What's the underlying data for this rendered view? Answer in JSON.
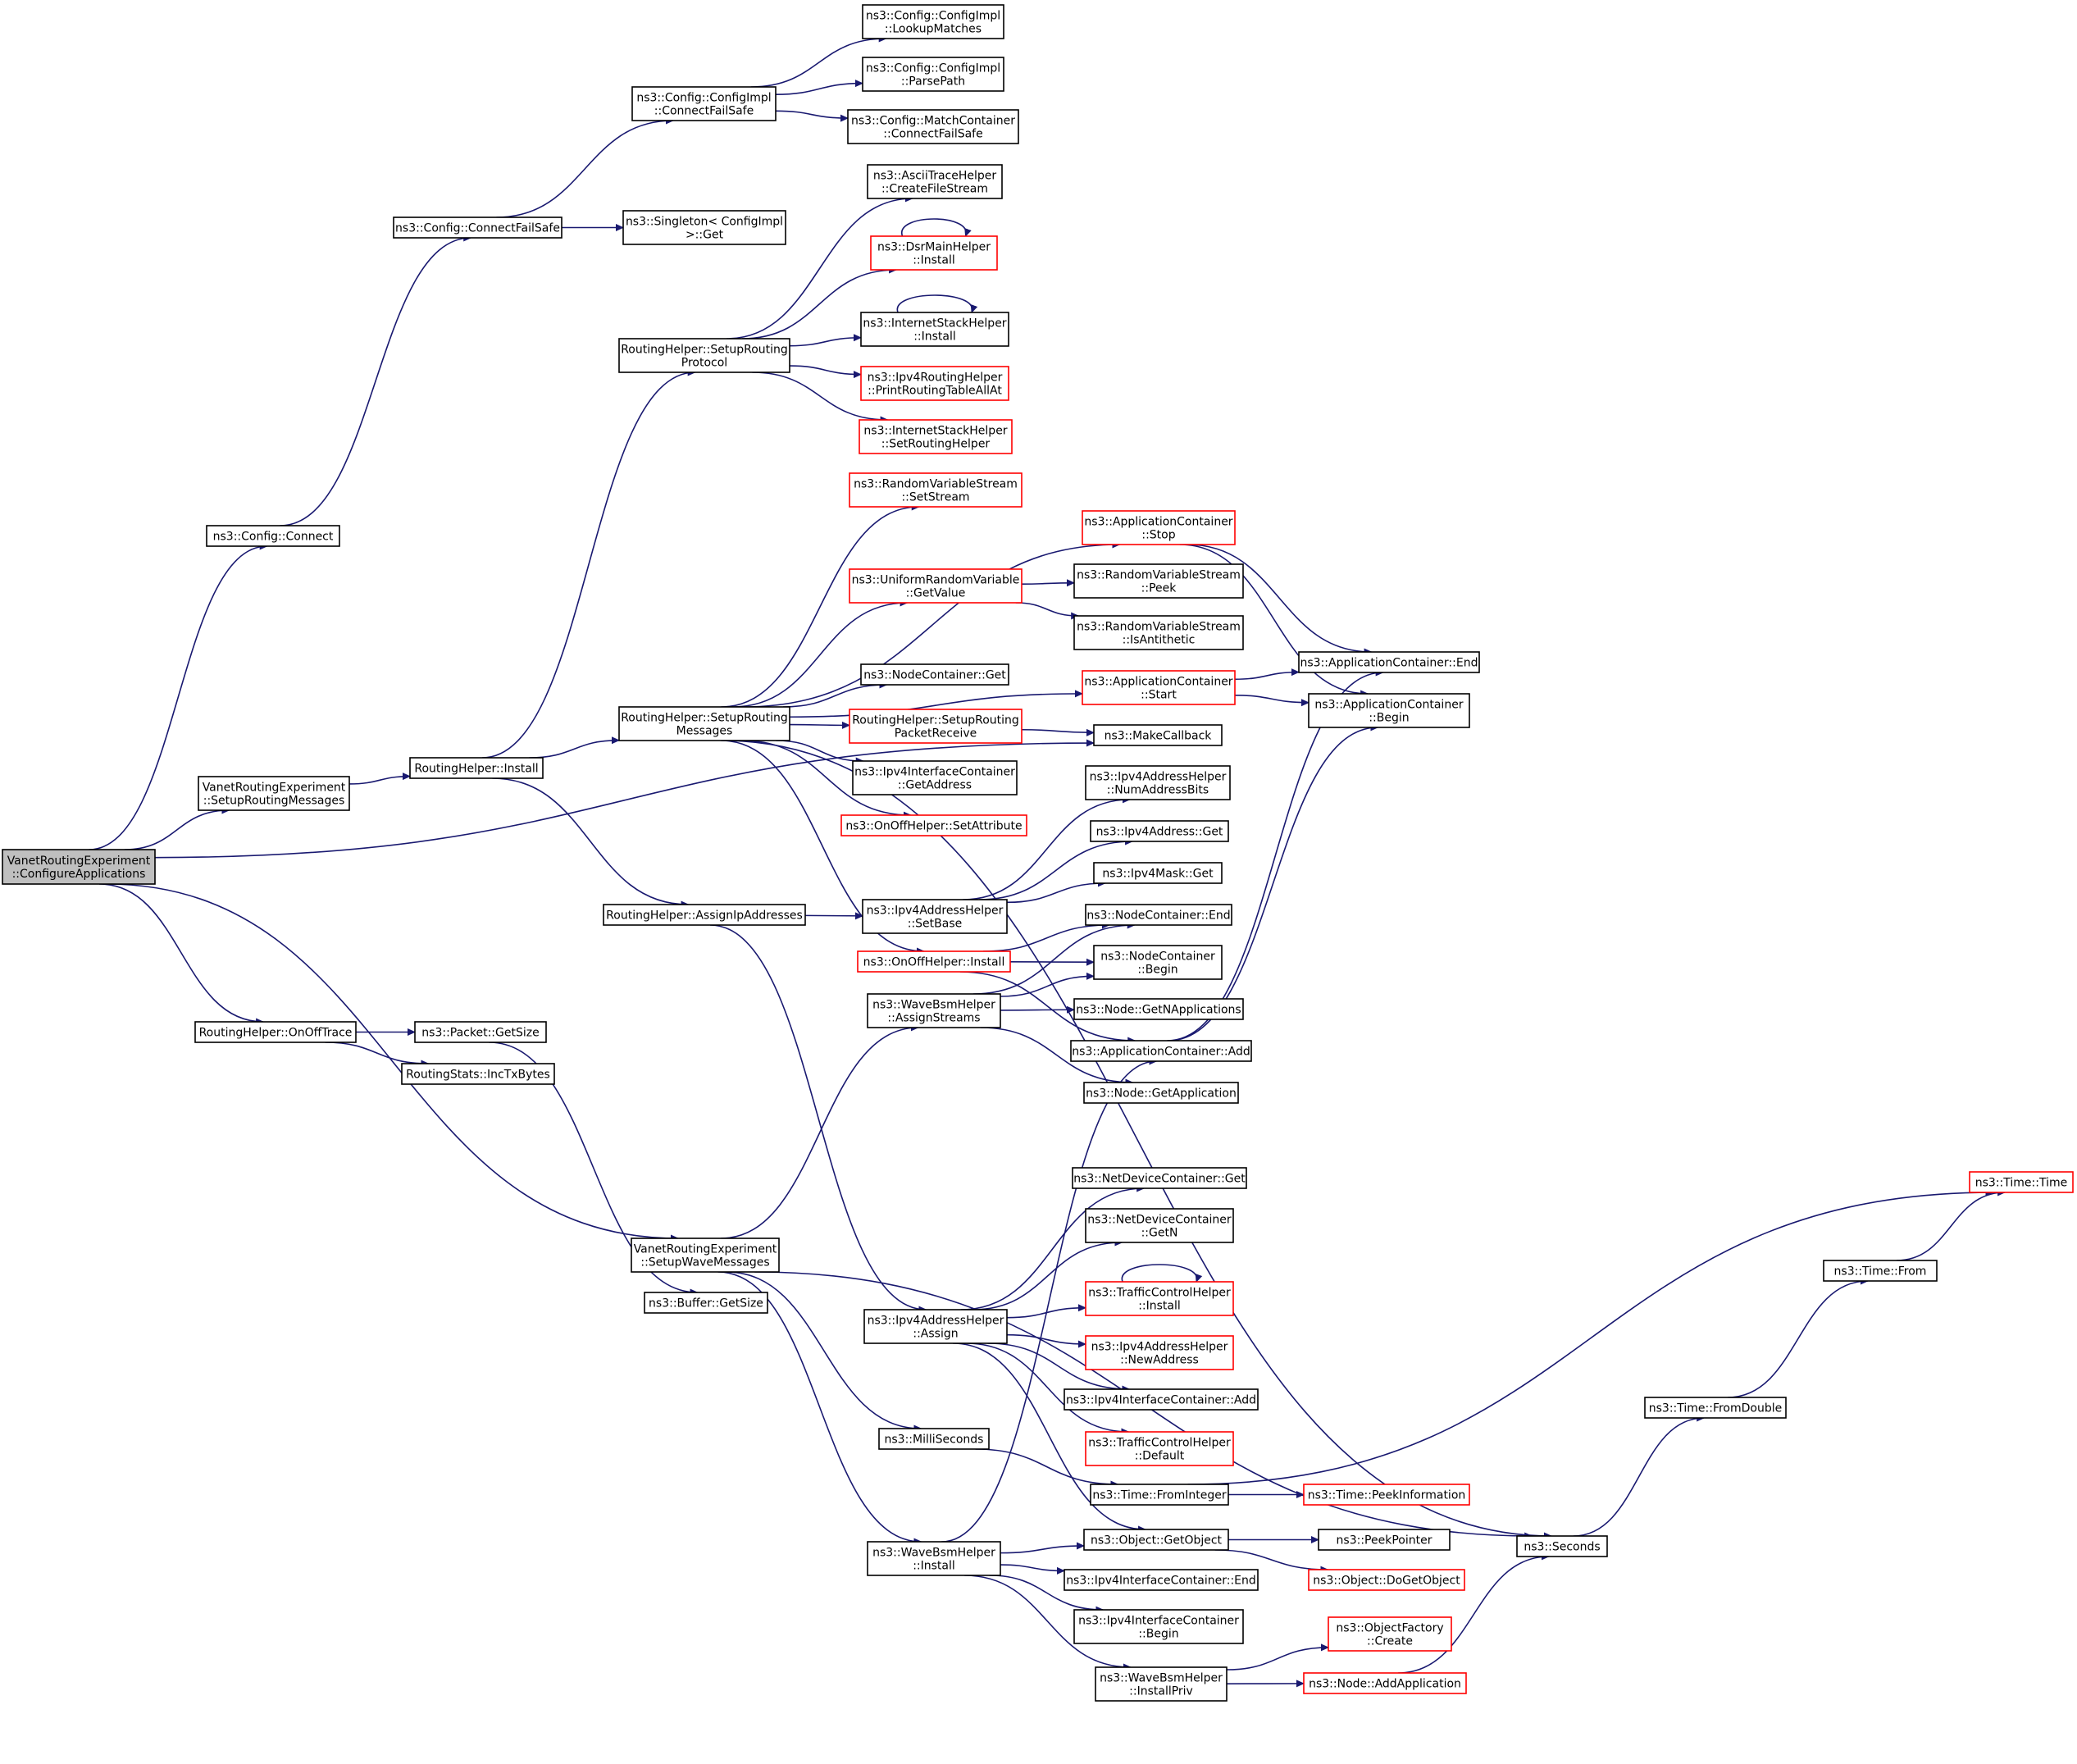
{
  "colors": {
    "edge": "#191970",
    "normal_border": "#000000",
    "truncated_border": "#ff0000",
    "root_fill": "#bfbfbf",
    "fill": "#ffffff"
  },
  "nodes": [
    {
      "id": "root",
      "lines": [
        "VanetRoutingExperiment",
        "::ConfigureApplications"
      ],
      "style": "root"
    },
    {
      "id": "n_cfgConnect",
      "lines": [
        "ns3::Config::Connect"
      ],
      "style": "normal"
    },
    {
      "id": "n_cfgConnectFS",
      "lines": [
        "ns3::Config::ConnectFailSafe"
      ],
      "style": "normal"
    },
    {
      "id": "n_implConnectFS",
      "lines": [
        "ns3::Config::ConfigImpl",
        "::ConnectFailSafe"
      ],
      "style": "normal"
    },
    {
      "id": "n_lookup",
      "lines": [
        "ns3::Config::ConfigImpl",
        "::LookupMatches"
      ],
      "style": "normal"
    },
    {
      "id": "n_parse",
      "lines": [
        "ns3::Config::ConfigImpl",
        "::ParsePath"
      ],
      "style": "normal"
    },
    {
      "id": "n_matchCFS",
      "lines": [
        "ns3::Config::MatchContainer",
        "::ConnectFailSafe"
      ],
      "style": "normal"
    },
    {
      "id": "n_singleton",
      "lines": [
        "ns3::Singleton< ConfigImpl",
        ">::Get"
      ],
      "style": "normal"
    },
    {
      "id": "n_setupRoutMsgV",
      "lines": [
        "VanetRoutingExperiment",
        "::SetupRoutingMessages"
      ],
      "style": "normal"
    },
    {
      "id": "n_rhInstall",
      "lines": [
        "RoutingHelper::Install"
      ],
      "style": "normal"
    },
    {
      "id": "n_setupProto",
      "lines": [
        "RoutingHelper::SetupRouting",
        "Protocol"
      ],
      "style": "normal"
    },
    {
      "id": "n_ascii",
      "lines": [
        "ns3::AsciiTraceHelper",
        "::CreateFileStream"
      ],
      "style": "normal"
    },
    {
      "id": "n_dsr",
      "lines": [
        "ns3::DsrMainHelper",
        "::Install"
      ],
      "style": "truncated"
    },
    {
      "id": "n_inetInstall",
      "lines": [
        "ns3::InternetStackHelper",
        "::Install"
      ],
      "style": "normal"
    },
    {
      "id": "n_ipv4rh",
      "lines": [
        "ns3::Ipv4RoutingHelper",
        "::PrintRoutingTableAllAt"
      ],
      "style": "truncated"
    },
    {
      "id": "n_inetSetRH",
      "lines": [
        "ns3::InternetStackHelper",
        "::SetRoutingHelper"
      ],
      "style": "truncated"
    },
    {
      "id": "n_rvsSet",
      "lines": [
        "ns3::RandomVariableStream",
        "::SetStream"
      ],
      "style": "truncated"
    },
    {
      "id": "n_acStop",
      "lines": [
        "ns3::ApplicationContainer",
        "::Stop"
      ],
      "style": "truncated"
    },
    {
      "id": "n_urvGet",
      "lines": [
        "ns3::UniformRandomVariable",
        "::GetValue"
      ],
      "style": "truncated"
    },
    {
      "id": "n_rvsPeek",
      "lines": [
        "ns3::RandomVariableStream",
        "::Peek"
      ],
      "style": "normal"
    },
    {
      "id": "n_rvsAnti",
      "lines": [
        "ns3::RandomVariableStream",
        "::IsAntithetic"
      ],
      "style": "normal"
    },
    {
      "id": "n_ncGet",
      "lines": [
        "ns3::NodeContainer::Get"
      ],
      "style": "normal"
    },
    {
      "id": "n_acStart",
      "lines": [
        "ns3::ApplicationContainer",
        "::Start"
      ],
      "style": "truncated"
    },
    {
      "id": "n_acEnd",
      "lines": [
        "ns3::ApplicationContainer::End"
      ],
      "style": "normal"
    },
    {
      "id": "n_acBegin",
      "lines": [
        "ns3::ApplicationContainer",
        "::Begin"
      ],
      "style": "normal"
    },
    {
      "id": "n_setupRoutMsg",
      "lines": [
        "RoutingHelper::SetupRouting",
        "Messages"
      ],
      "style": "normal"
    },
    {
      "id": "n_setupPktRecv",
      "lines": [
        "RoutingHelper::SetupRouting",
        "PacketReceive"
      ],
      "style": "truncated"
    },
    {
      "id": "n_makeCB",
      "lines": [
        "ns3::MakeCallback"
      ],
      "style": "normal"
    },
    {
      "id": "n_iicGetAddr",
      "lines": [
        "ns3::Ipv4InterfaceContainer",
        "::GetAddress"
      ],
      "style": "normal"
    },
    {
      "id": "n_onoffSetAttr",
      "lines": [
        "ns3::OnOffHelper::SetAttribute"
      ],
      "style": "truncated"
    },
    {
      "id": "n_numAddrBits",
      "lines": [
        "ns3::Ipv4AddressHelper",
        "::NumAddressBits"
      ],
      "style": "normal"
    },
    {
      "id": "n_ipv4AddrGet",
      "lines": [
        "ns3::Ipv4Address::Get"
      ],
      "style": "normal"
    },
    {
      "id": "n_ipv4MaskGet",
      "lines": [
        "ns3::Ipv4Mask::Get"
      ],
      "style": "normal"
    },
    {
      "id": "n_assignIp",
      "lines": [
        "RoutingHelper::AssignIpAddresses"
      ],
      "style": "normal"
    },
    {
      "id": "n_setBase",
      "lines": [
        "ns3::Ipv4AddressHelper",
        "::SetBase"
      ],
      "style": "normal"
    },
    {
      "id": "n_ncEnd",
      "lines": [
        "ns3::NodeContainer::End"
      ],
      "style": "normal"
    },
    {
      "id": "n_onoffInstall",
      "lines": [
        "ns3::OnOffHelper::Install"
      ],
      "style": "truncated"
    },
    {
      "id": "n_ncBegin",
      "lines": [
        "ns3::NodeContainer",
        "::Begin"
      ],
      "style": "normal"
    },
    {
      "id": "n_wbAssign",
      "lines": [
        "ns3::WaveBsmHelper",
        "::AssignStreams"
      ],
      "style": "normal"
    },
    {
      "id": "n_nodeGetN",
      "lines": [
        "ns3::Node::GetNApplications"
      ],
      "style": "normal"
    },
    {
      "id": "n_acAdd",
      "lines": [
        "ns3::ApplicationContainer::Add"
      ],
      "style": "normal"
    },
    {
      "id": "n_nodeGetApp",
      "lines": [
        "ns3::Node::GetApplication"
      ],
      "style": "normal"
    },
    {
      "id": "n_onOffTrace",
      "lines": [
        "RoutingHelper::OnOffTrace"
      ],
      "style": "normal"
    },
    {
      "id": "n_pktGetSize",
      "lines": [
        "ns3::Packet::GetSize"
      ],
      "style": "normal"
    },
    {
      "id": "n_incTx",
      "lines": [
        "RoutingStats::IncTxBytes"
      ],
      "style": "normal"
    },
    {
      "id": "n_setupWave",
      "lines": [
        "VanetRoutingExperiment",
        "::SetupWaveMessages"
      ],
      "style": "normal"
    },
    {
      "id": "n_bufGetSize",
      "lines": [
        "ns3::Buffer::GetSize"
      ],
      "style": "normal"
    },
    {
      "id": "n_ndcGet",
      "lines": [
        "ns3::NetDeviceContainer::Get"
      ],
      "style": "normal"
    },
    {
      "id": "n_ndcGetN",
      "lines": [
        "ns3::NetDeviceContainer",
        "::GetN"
      ],
      "style": "normal"
    },
    {
      "id": "n_tcInstall",
      "lines": [
        "ns3::TrafficControlHelper",
        "::Install"
      ],
      "style": "truncated"
    },
    {
      "id": "n_ipv4Assign",
      "lines": [
        "ns3::Ipv4AddressHelper",
        "::Assign"
      ],
      "style": "normal"
    },
    {
      "id": "n_newAddr",
      "lines": [
        "ns3::Ipv4AddressHelper",
        "::NewAddress"
      ],
      "style": "truncated"
    },
    {
      "id": "n_iicAdd",
      "lines": [
        "ns3::Ipv4InterfaceContainer::Add"
      ],
      "style": "normal"
    },
    {
      "id": "n_tcDefault",
      "lines": [
        "ns3::TrafficControlHelper",
        "::Default"
      ],
      "style": "truncated"
    },
    {
      "id": "n_milli",
      "lines": [
        "ns3::MilliSeconds"
      ],
      "style": "normal"
    },
    {
      "id": "n_fromInt",
      "lines": [
        "ns3::Time::FromInteger"
      ],
      "style": "normal"
    },
    {
      "id": "n_peekInfo",
      "lines": [
        "ns3::Time::PeekInformation"
      ],
      "style": "truncated"
    },
    {
      "id": "n_getObject",
      "lines": [
        "ns3::Object::GetObject"
      ],
      "style": "normal"
    },
    {
      "id": "n_peekPtr",
      "lines": [
        "ns3::PeekPointer"
      ],
      "style": "normal"
    },
    {
      "id": "n_doGetObj",
      "lines": [
        "ns3::Object::DoGetObject"
      ],
      "style": "truncated"
    },
    {
      "id": "n_wbInstall",
      "lines": [
        "ns3::WaveBsmHelper",
        "::Install"
      ],
      "style": "normal"
    },
    {
      "id": "n_iicEnd",
      "lines": [
        "ns3::Ipv4InterfaceContainer::End"
      ],
      "style": "normal"
    },
    {
      "id": "n_iicBegin",
      "lines": [
        "ns3::Ipv4InterfaceContainer",
        "::Begin"
      ],
      "style": "normal"
    },
    {
      "id": "n_wbInstallPriv",
      "lines": [
        "ns3::WaveBsmHelper",
        "::InstallPriv"
      ],
      "style": "normal"
    },
    {
      "id": "n_ofCreate",
      "lines": [
        "ns3::ObjectFactory",
        "::Create"
      ],
      "style": "truncated"
    },
    {
      "id": "n_nodeAddApp",
      "lines": [
        "ns3::Node::AddApplication"
      ],
      "style": "truncated"
    },
    {
      "id": "n_seconds",
      "lines": [
        "ns3::Seconds"
      ],
      "style": "normal"
    },
    {
      "id": "n_fromDouble",
      "lines": [
        "ns3::Time::FromDouble"
      ],
      "style": "normal"
    },
    {
      "id": "n_timeFrom",
      "lines": [
        "ns3::Time::From"
      ],
      "style": "normal"
    },
    {
      "id": "n_timeTime",
      "lines": [
        "ns3::Time::Time"
      ],
      "style": "truncated"
    }
  ],
  "edges": [
    [
      "root",
      "n_cfgConnect"
    ],
    [
      "root",
      "n_setupRoutMsgV"
    ],
    [
      "root",
      "n_makeCB"
    ],
    [
      "root",
      "n_onOffTrace"
    ],
    [
      "root",
      "n_setupWave"
    ],
    [
      "n_cfgConnect",
      "n_cfgConnectFS"
    ],
    [
      "n_cfgConnectFS",
      "n_implConnectFS"
    ],
    [
      "n_cfgConnectFS",
      "n_singleton"
    ],
    [
      "n_implConnectFS",
      "n_lookup"
    ],
    [
      "n_implConnectFS",
      "n_parse"
    ],
    [
      "n_implConnectFS",
      "n_matchCFS"
    ],
    [
      "n_setupRoutMsgV",
      "n_rhInstall"
    ],
    [
      "n_rhInstall",
      "n_setupProto"
    ],
    [
      "n_rhInstall",
      "n_setupRoutMsg"
    ],
    [
      "n_rhInstall",
      "n_assignIp"
    ],
    [
      "n_setupProto",
      "n_ascii"
    ],
    [
      "n_setupProto",
      "n_dsr"
    ],
    [
      "n_setupProto",
      "n_inetInstall"
    ],
    [
      "n_setupProto",
      "n_ipv4rh"
    ],
    [
      "n_setupProto",
      "n_inetSetRH"
    ],
    [
      "n_dsr",
      "n_dsr"
    ],
    [
      "n_inetInstall",
      "n_inetInstall"
    ],
    [
      "n_setupRoutMsg",
      "n_rvsSet"
    ],
    [
      "n_setupRoutMsg",
      "n_acStop"
    ],
    [
      "n_setupRoutMsg",
      "n_urvGet"
    ],
    [
      "n_setupRoutMsg",
      "n_ncGet"
    ],
    [
      "n_setupRoutMsg",
      "n_acStart"
    ],
    [
      "n_setupRoutMsg",
      "n_setupPktRecv"
    ],
    [
      "n_setupRoutMsg",
      "n_iicGetAddr"
    ],
    [
      "n_setupRoutMsg",
      "n_onoffSetAttr"
    ],
    [
      "n_setupRoutMsg",
      "n_onoffInstall"
    ],
    [
      "n_setupRoutMsg",
      "n_seconds"
    ],
    [
      "n_urvGet",
      "n_rvsPeek"
    ],
    [
      "n_urvGet",
      "n_rvsAnti"
    ],
    [
      "n_acStop",
      "n_acEnd"
    ],
    [
      "n_acStop",
      "n_acBegin"
    ],
    [
      "n_acStart",
      "n_acEnd"
    ],
    [
      "n_acStart",
      "n_acBegin"
    ],
    [
      "n_setupPktRecv",
      "n_makeCB"
    ],
    [
      "n_assignIp",
      "n_setBase"
    ],
    [
      "n_assignIp",
      "n_ipv4Assign"
    ],
    [
      "n_setBase",
      "n_numAddrBits"
    ],
    [
      "n_setBase",
      "n_ipv4AddrGet"
    ],
    [
      "n_setBase",
      "n_ipv4MaskGet"
    ],
    [
      "n_onoffInstall",
      "n_ncEnd"
    ],
    [
      "n_onoffInstall",
      "n_ncBegin"
    ],
    [
      "n_onoffInstall",
      "n_acAdd"
    ],
    [
      "n_wbAssign",
      "n_ncEnd"
    ],
    [
      "n_wbAssign",
      "n_ncBegin"
    ],
    [
      "n_wbAssign",
      "n_nodeGetN"
    ],
    [
      "n_wbAssign",
      "n_nodeGetApp"
    ],
    [
      "n_acAdd",
      "n_acEnd"
    ],
    [
      "n_acAdd",
      "n_acBegin"
    ],
    [
      "n_onOffTrace",
      "n_pktGetSize"
    ],
    [
      "n_onOffTrace",
      "n_incTx"
    ],
    [
      "n_pktGetSize",
      "n_bufGetSize"
    ],
    [
      "n_setupWave",
      "n_wbAssign"
    ],
    [
      "n_setupWave",
      "n_milli"
    ],
    [
      "n_setupWave",
      "n_wbInstall"
    ],
    [
      "n_setupWave",
      "n_seconds"
    ],
    [
      "n_ipv4Assign",
      "n_ndcGet"
    ],
    [
      "n_ipv4Assign",
      "n_ndcGetN"
    ],
    [
      "n_ipv4Assign",
      "n_tcInstall"
    ],
    [
      "n_ipv4Assign",
      "n_newAddr"
    ],
    [
      "n_ipv4Assign",
      "n_iicAdd"
    ],
    [
      "n_ipv4Assign",
      "n_tcDefault"
    ],
    [
      "n_ipv4Assign",
      "n_getObject"
    ],
    [
      "n_tcInstall",
      "n_tcInstall"
    ],
    [
      "n_milli",
      "n_fromInt"
    ],
    [
      "n_fromInt",
      "n_peekInfo"
    ],
    [
      "n_fromInt",
      "n_timeTime"
    ],
    [
      "n_getObject",
      "n_peekPtr"
    ],
    [
      "n_getObject",
      "n_doGetObj"
    ],
    [
      "n_wbInstall",
      "n_acAdd"
    ],
    [
      "n_wbInstall",
      "n_getObject"
    ],
    [
      "n_wbInstall",
      "n_iicEnd"
    ],
    [
      "n_wbInstall",
      "n_iicBegin"
    ],
    [
      "n_wbInstall",
      "n_wbInstallPriv"
    ],
    [
      "n_wbInstallPriv",
      "n_ofCreate"
    ],
    [
      "n_wbInstallPriv",
      "n_nodeAddApp"
    ],
    [
      "n_nodeAddApp",
      "n_seconds"
    ],
    [
      "n_seconds",
      "n_fromDouble"
    ],
    [
      "n_fromDouble",
      "n_timeFrom"
    ],
    [
      "n_timeFrom",
      "n_timeTime"
    ]
  ]
}
